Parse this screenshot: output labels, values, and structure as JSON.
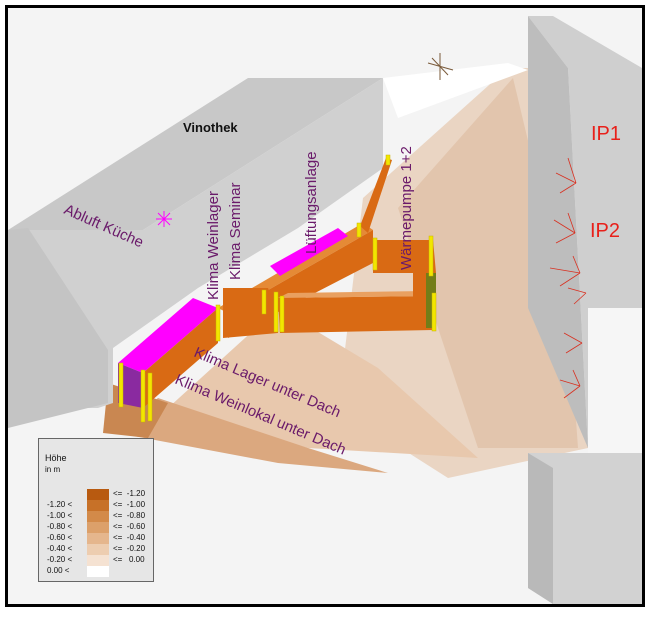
{
  "labels": {
    "vinothek": "Vinothek",
    "abluft_kueche": "Abluft Küche",
    "klima_weinlager": "Klima Weinlager",
    "klima_seminar": "Klima Seminar",
    "lueftungsanlage": "Lüftungsanlage",
    "waermepumpe": "Wärmepumpe 1+2",
    "klima_lager_dach": "Klima Lager unter Dach",
    "klima_weinlokal_dach": "Klima Weinlokal unter Dach",
    "ip1": "IP1",
    "ip2": "IP2"
  },
  "colors": {
    "label_purple": "#6a1a6a",
    "ip_red": "#e8201a",
    "magenta": "#ff00ff",
    "orange": "#d96a14",
    "yellow": "#f2e600"
  },
  "legend": {
    "title": "Höhe",
    "unit": "in m",
    "left_labels": [
      "-1.20 <",
      "-1.00 <",
      "-0.80 <",
      "-0.60 <",
      "-0.40 <",
      "-0.20 <",
      "0.00 <"
    ],
    "right_labels": [
      "<=  -1.20",
      "<=  -1.00",
      "<=  -0.80",
      "<=  -0.60",
      "<=  -0.40",
      "<=  -0.20",
      "<=   0.00"
    ],
    "swatch_colors": [
      "#b85a10",
      "#c77128",
      "#d38a49",
      "#dca06a",
      "#e5b68d",
      "#edcdb0",
      "#f5e2d2",
      "#ffffff"
    ]
  }
}
